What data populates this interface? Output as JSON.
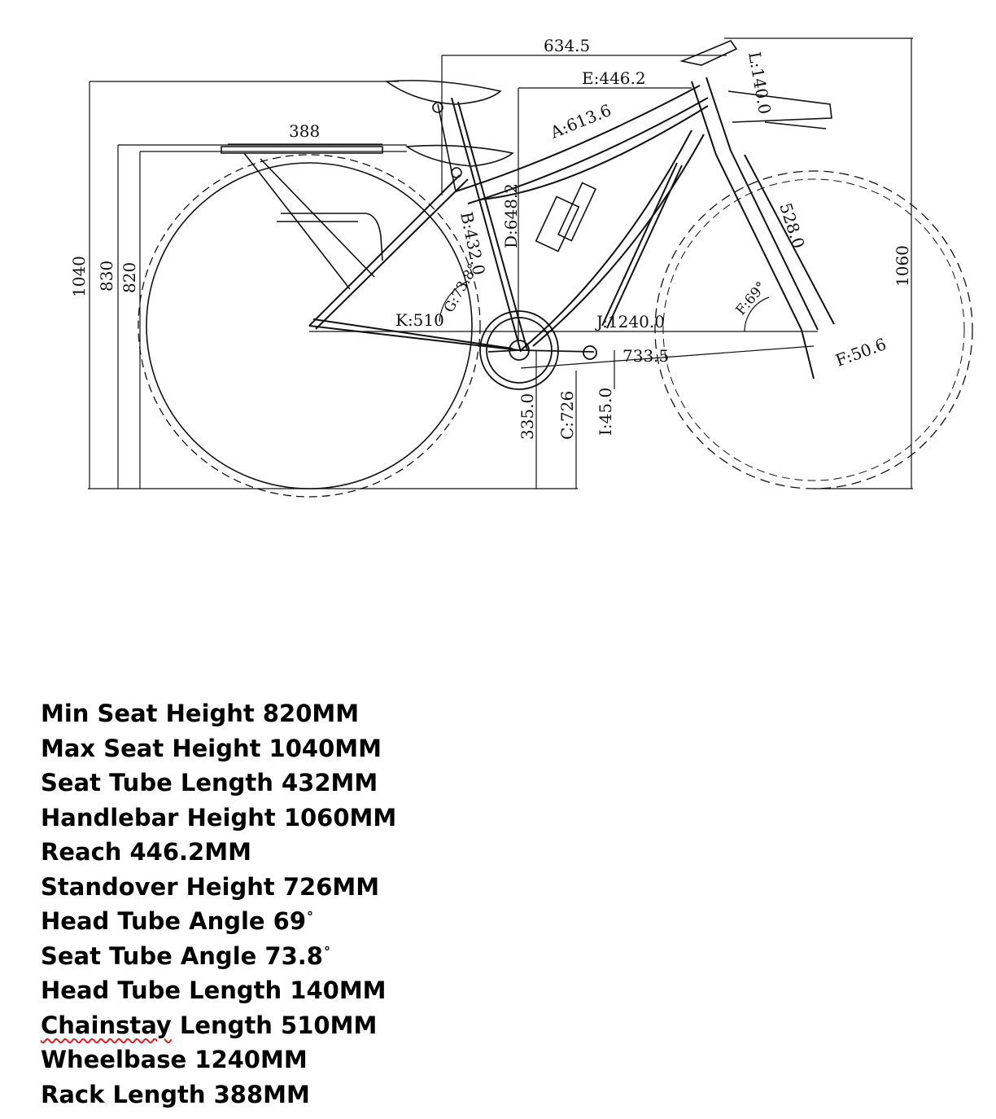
{
  "diagram": {
    "dimensions": {
      "top_length": "634.5",
      "reach": "E:446.2",
      "top_tube": "A:613.6",
      "head_tube": "L:140.0",
      "rack": "388",
      "seat_tube": "B:432.0",
      "stack": "D:648.2",
      "seat_angle": "G:73.8°",
      "chainstay": "K:510",
      "wheelbase": "J:1240.0",
      "front_center": "733.5",
      "fork": "528.0",
      "head_angle": "F:69°",
      "offset": "F:50.6",
      "max_seat_height": "1040",
      "seat_830": "830",
      "min_seat_height": "820",
      "handlebar_height": "1060",
      "bb_height": "335.0",
      "standover": "C:726",
      "bb_drop": "I:45.0"
    }
  },
  "specs": [
    {
      "label": "Min Seat Height 820MM"
    },
    {
      "label": "Max Seat Height 1040MM"
    },
    {
      "label": "Seat Tube Length 432MM"
    },
    {
      "label": "Handlebar Height 1060MM"
    },
    {
      "label": "Reach 446.2MM"
    },
    {
      "label": "Standover Height 726MM"
    },
    {
      "label": "Head Tube Angle 69"
    },
    {
      "label": "Seat Tube Angle 73.8"
    },
    {
      "label": "Head Tube Length 140MM"
    },
    {
      "word": "Chainstay",
      "rest": " Length 510MM"
    },
    {
      "label": "Wheelbase 1240MM"
    },
    {
      "label": "Rack Length 388MM"
    }
  ],
  "degree_symbol": "°"
}
